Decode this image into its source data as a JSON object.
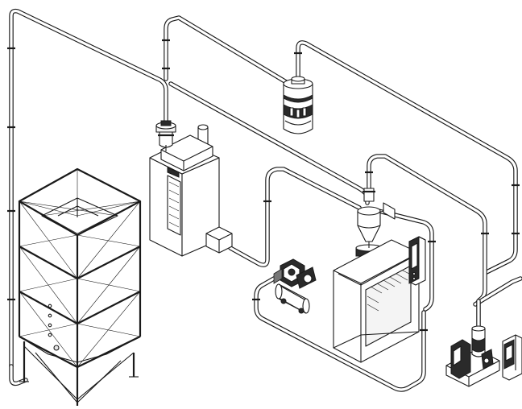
{
  "diagram": {
    "components": [
      {
        "name": "storage-silo"
      },
      {
        "name": "boiler"
      },
      {
        "name": "boiler-vacuum-receiver"
      },
      {
        "name": "vacuum-turbine-unit"
      },
      {
        "name": "cyclone-separator"
      },
      {
        "name": "filter-receiver"
      },
      {
        "name": "collection-bin"
      },
      {
        "name": "air-compressor"
      },
      {
        "name": "control-panel"
      },
      {
        "name": "pump-station"
      },
      {
        "name": "side-control-cabinet"
      }
    ]
  }
}
